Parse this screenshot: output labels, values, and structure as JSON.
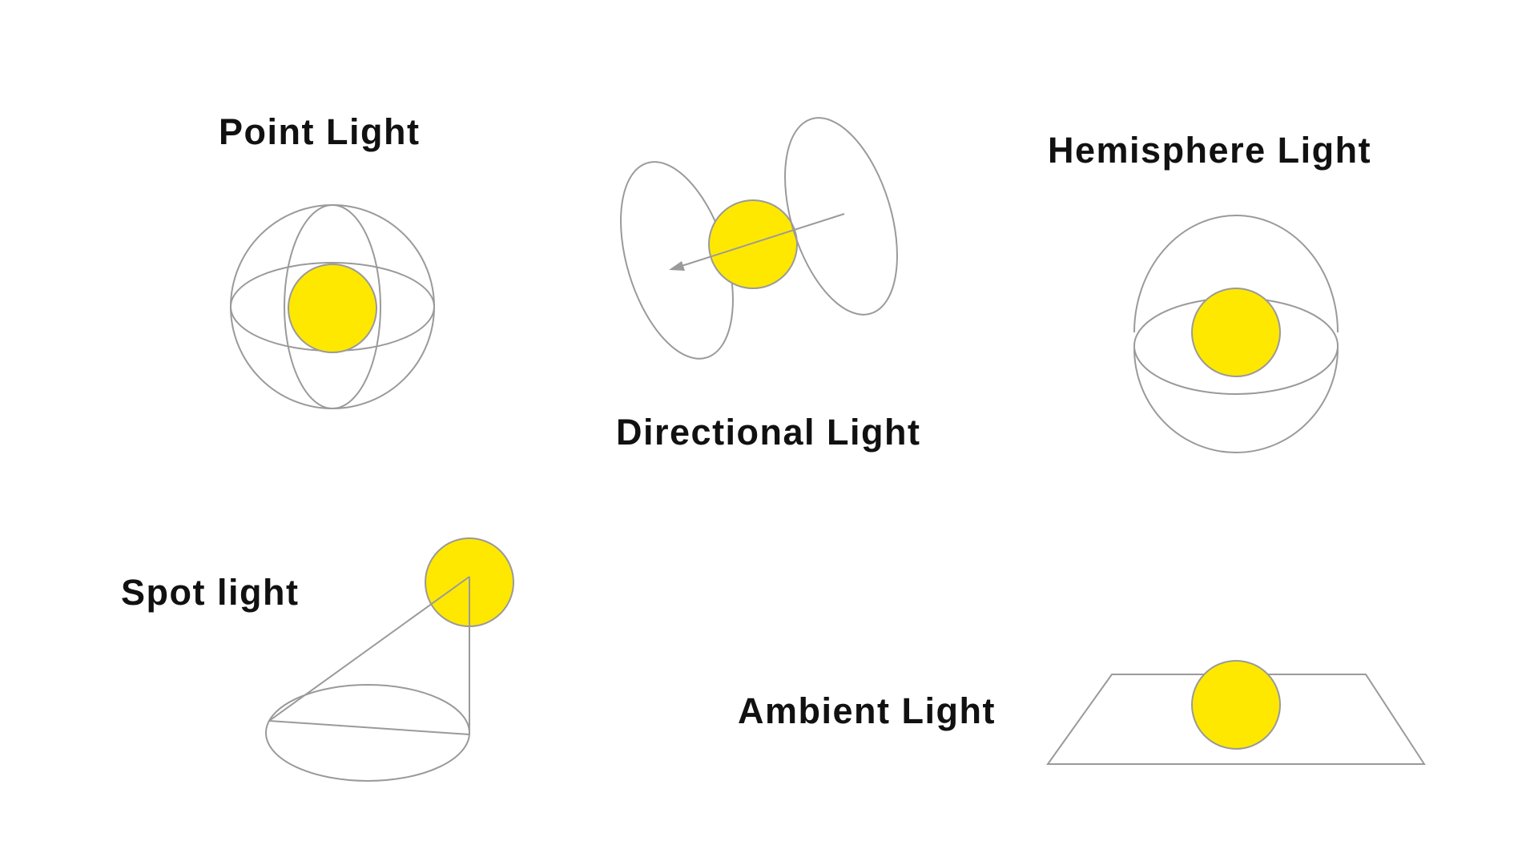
{
  "colors": {
    "background": "#ffffff",
    "bulb_fill": "#FFE800",
    "bulb_stroke": "#9a9a9a",
    "wire_stroke": "#9a9a9a",
    "label_text": "#111111"
  },
  "labels": {
    "point": "Point Light",
    "directional": "Directional Light",
    "hemisphere": "Hemisphere Light",
    "spot": "Spot light",
    "ambient": "Ambient Light"
  }
}
